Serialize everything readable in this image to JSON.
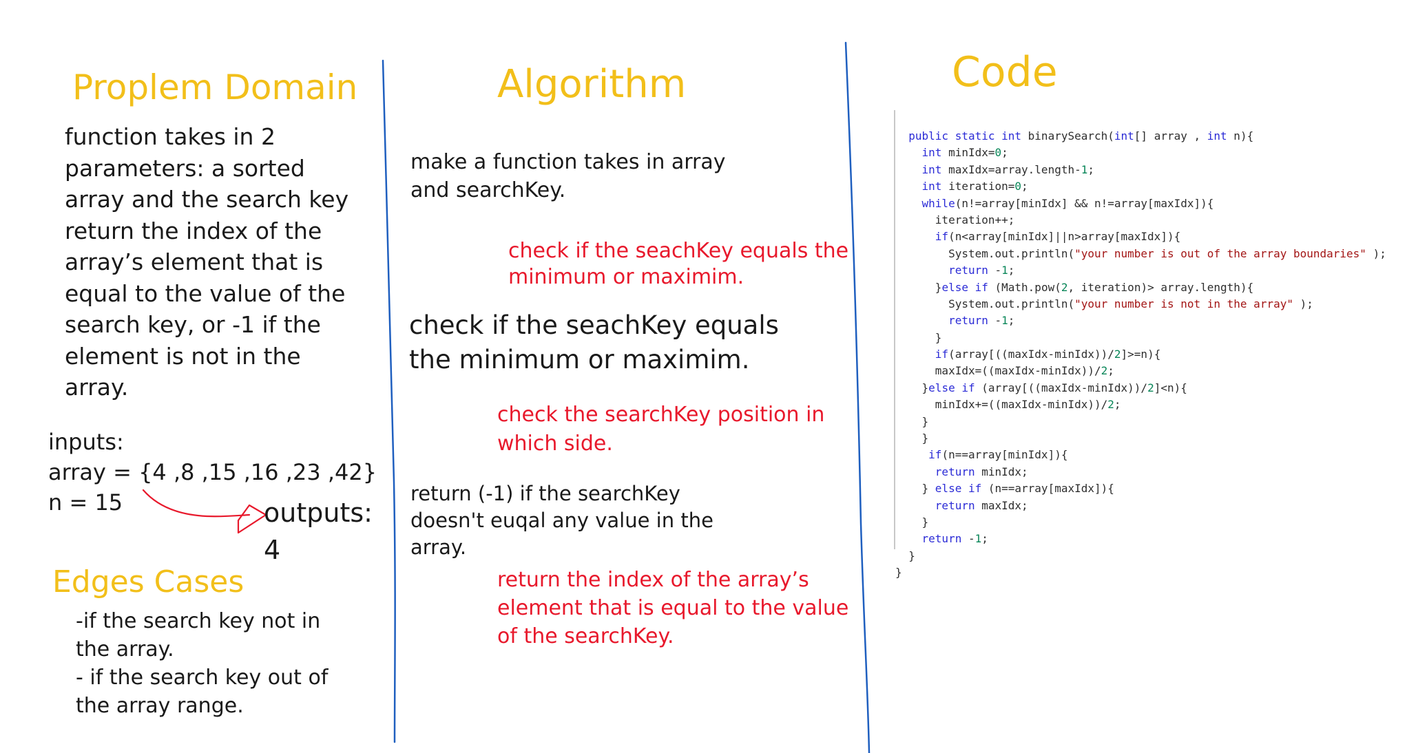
{
  "problem_domain": {
    "title": "Proplem Domain",
    "description": "function takes in 2\nparameters: a sorted\narray and the search key\nreturn the index of the\narray’s element that is\nequal to the value of the\nsearch key, or -1 if the\nelement is not in the\narray.",
    "inputs": "inputs:\narray = {4 ,8 ,15 ,16 ,23 ,42}\nn = 15",
    "outputs": "outputs:\n4",
    "edges_title": "Edges Cases",
    "edges_text": "-if the search key not in\nthe array.\n- if the search key out of\nthe array range."
  },
  "algorithm": {
    "title": "Algorithm",
    "step1": "make a function takes in array\nand searchKey.",
    "red1": "check if the seachKey equals the\nminimum or maximim.",
    "step2": "check if the seachKey equals\nthe minimum or maximim.",
    "red2": "check the searchKey position in\nwhich side.",
    "step3": "return (-1) if the searchKey\ndoesn't euqal any value in the\narray.",
    "red3": "return the index of the array’s\nelement that is equal to the value\nof the searchKey."
  },
  "code": {
    "title": "Code",
    "lines": [
      [
        {
          "t": "  "
        },
        {
          "t": "public static int",
          "c": "kw"
        },
        {
          "t": " binarySearch("
        },
        {
          "t": "int",
          "c": "kw"
        },
        {
          "t": "[] array , "
        },
        {
          "t": "int",
          "c": "kw"
        },
        {
          "t": " n){"
        }
      ],
      [
        {
          "t": "    "
        },
        {
          "t": "int",
          "c": "kw"
        },
        {
          "t": " minIdx="
        },
        {
          "t": "0",
          "c": "num"
        },
        {
          "t": ";"
        }
      ],
      [
        {
          "t": "    "
        },
        {
          "t": "int",
          "c": "kw"
        },
        {
          "t": " maxIdx=array.length-"
        },
        {
          "t": "1",
          "c": "num"
        },
        {
          "t": ";"
        }
      ],
      [
        {
          "t": "    "
        },
        {
          "t": "int",
          "c": "kw"
        },
        {
          "t": " iteration="
        },
        {
          "t": "0",
          "c": "num"
        },
        {
          "t": ";"
        }
      ],
      [
        {
          "t": "    "
        },
        {
          "t": "while",
          "c": "kw"
        },
        {
          "t": "(n!=array[minIdx] && n!=array[maxIdx]){"
        }
      ],
      [
        {
          "t": "      iteration++;"
        }
      ],
      [
        {
          "t": "      "
        },
        {
          "t": "if",
          "c": "kw"
        },
        {
          "t": "(n<array[minIdx]||n>array[maxIdx]){"
        }
      ],
      [
        {
          "t": "        System.out.println("
        },
        {
          "t": "\"your number is out of the array boundaries\"",
          "c": "str"
        },
        {
          "t": " );"
        }
      ],
      [
        {
          "t": "        "
        },
        {
          "t": "return",
          "c": "kw"
        },
        {
          "t": " -"
        },
        {
          "t": "1",
          "c": "num"
        },
        {
          "t": ";"
        }
      ],
      [
        {
          "t": "      }"
        },
        {
          "t": "else if",
          "c": "kw"
        },
        {
          "t": " (Math.pow("
        },
        {
          "t": "2",
          "c": "num"
        },
        {
          "t": ", iteration)> array.length){"
        }
      ],
      [
        {
          "t": "        System.out.println("
        },
        {
          "t": "\"your number is not in the array\"",
          "c": "str"
        },
        {
          "t": " );"
        }
      ],
      [
        {
          "t": "        "
        },
        {
          "t": "return",
          "c": "kw"
        },
        {
          "t": " -"
        },
        {
          "t": "1",
          "c": "num"
        },
        {
          "t": ";"
        }
      ],
      [
        {
          "t": "      }"
        }
      ],
      [
        {
          "t": "      "
        },
        {
          "t": "if",
          "c": "kw"
        },
        {
          "t": "(array[((maxIdx-minIdx))/"
        },
        {
          "t": "2",
          "c": "num"
        },
        {
          "t": "]>=n){"
        }
      ],
      [
        {
          "t": "      maxIdx=((maxIdx-minIdx))/"
        },
        {
          "t": "2",
          "c": "num"
        },
        {
          "t": ";"
        }
      ],
      [
        {
          "t": "    }"
        },
        {
          "t": "else if",
          "c": "kw"
        },
        {
          "t": " (array[((maxIdx-minIdx))/"
        },
        {
          "t": "2",
          "c": "num"
        },
        {
          "t": "]<n){"
        }
      ],
      [
        {
          "t": "      minIdx+=((maxIdx-minIdx))/"
        },
        {
          "t": "2",
          "c": "num"
        },
        {
          "t": ";"
        }
      ],
      [
        {
          "t": "    }"
        }
      ],
      [
        {
          "t": "    }"
        }
      ],
      [
        {
          "t": "     "
        },
        {
          "t": "if",
          "c": "kw"
        },
        {
          "t": "(n==array[minIdx]){"
        }
      ],
      [
        {
          "t": "      "
        },
        {
          "t": "return",
          "c": "kw"
        },
        {
          "t": " minIdx;"
        }
      ],
      [
        {
          "t": "    } "
        },
        {
          "t": "else if",
          "c": "kw"
        },
        {
          "t": " (n==array[maxIdx]){"
        }
      ],
      [
        {
          "t": "      "
        },
        {
          "t": "return",
          "c": "kw"
        },
        {
          "t": " maxIdx;"
        }
      ],
      [
        {
          "t": "    }"
        }
      ],
      [
        {
          "t": "    "
        },
        {
          "t": "return",
          "c": "kw"
        },
        {
          "t": " -"
        },
        {
          "t": "1",
          "c": "num"
        },
        {
          "t": ";"
        }
      ],
      [
        {
          "t": "  }"
        }
      ],
      [
        {
          "t": "}"
        }
      ]
    ]
  },
  "colors": {
    "heading": "#f2bf1a",
    "red_note": "#e8192c",
    "divider": "#1f5fbf",
    "arrow": "#e8192c"
  }
}
